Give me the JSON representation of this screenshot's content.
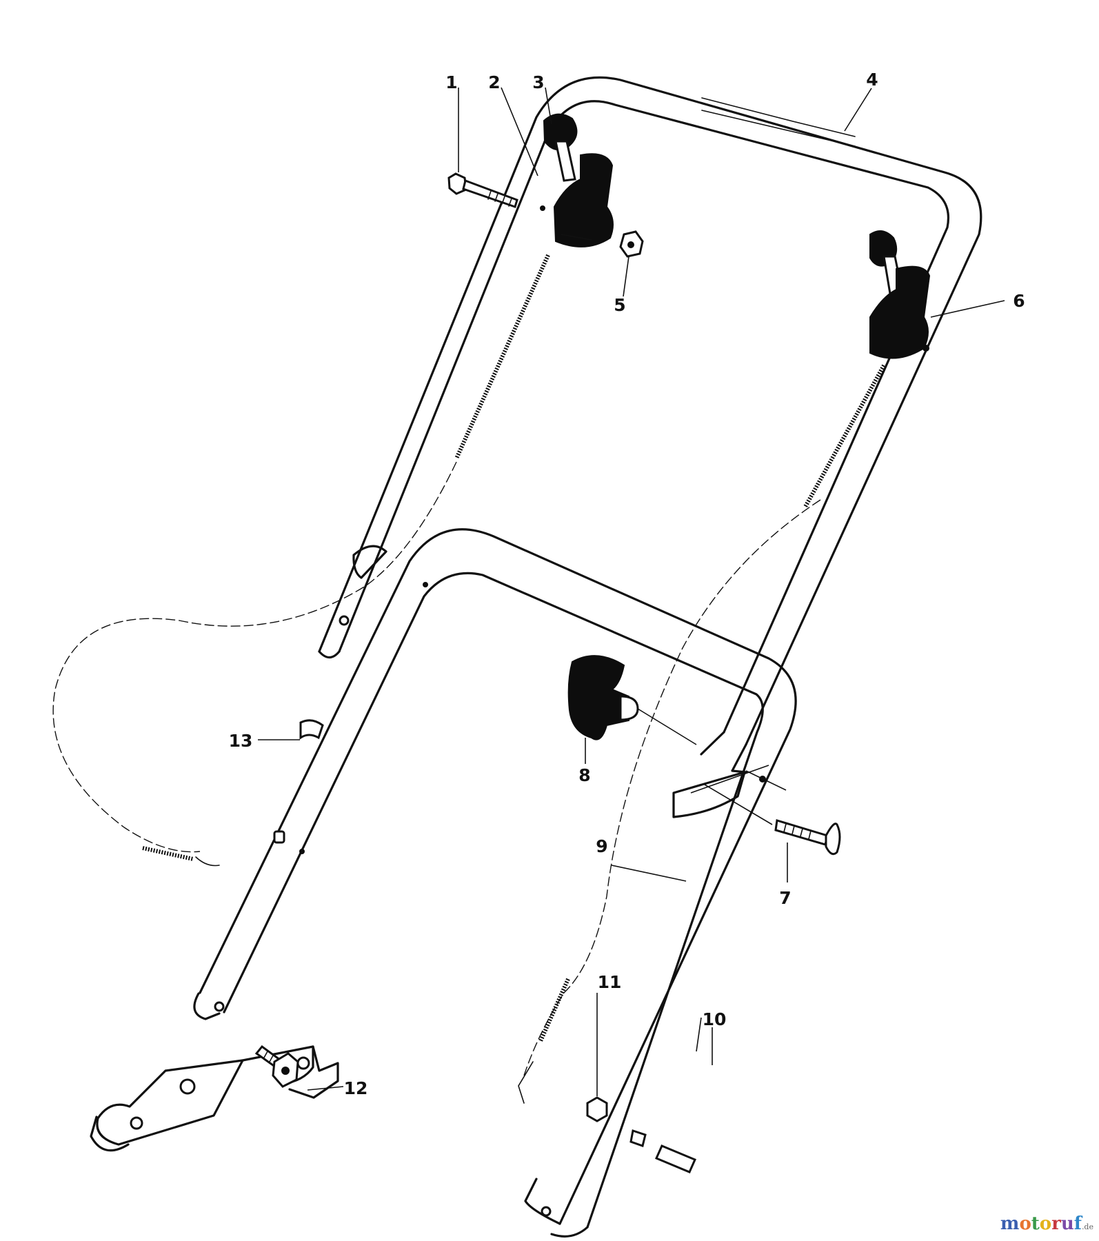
{
  "callouts": [
    {
      "id": "1",
      "text": "1"
    },
    {
      "id": "2",
      "text": "2"
    },
    {
      "id": "3",
      "text": "3"
    },
    {
      "id": "4",
      "text": "4"
    },
    {
      "id": "5",
      "text": "5"
    },
    {
      "id": "6",
      "text": "6"
    },
    {
      "id": "7",
      "text": "7"
    },
    {
      "id": "8",
      "text": "8"
    },
    {
      "id": "9",
      "text": "9"
    },
    {
      "id": "10",
      "text": "10"
    },
    {
      "id": "11",
      "text": "11"
    },
    {
      "id": "12",
      "text": "12"
    },
    {
      "id": "13",
      "text": "13"
    }
  ],
  "watermark": {
    "letters": [
      "m",
      "o",
      "t",
      "o",
      "r",
      "u",
      "f"
    ],
    "letter_colors": [
      "#3a5fb0",
      "#e7752f",
      "#3a9a4a",
      "#e4b21a",
      "#c7393f",
      "#7a4aa8",
      "#2f87c9"
    ],
    "suffix": ".de"
  }
}
